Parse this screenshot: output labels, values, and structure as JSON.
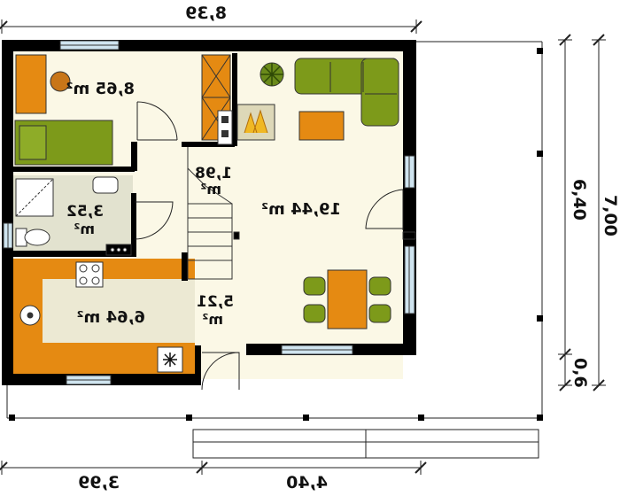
{
  "dimensions": {
    "top_total": "8,39",
    "bottom_left": "3,99",
    "bottom_right": "4,40",
    "right_inner": "6,40",
    "right_outer": "7,00",
    "right_small": "0,6"
  },
  "rooms": {
    "bedroom": {
      "area": "8,65",
      "unit": "m²"
    },
    "living_room": {
      "area": "19,44",
      "unit": "m²"
    },
    "stair_room": {
      "area": "1,98",
      "unit": "m²"
    },
    "bathroom": {
      "area": "3,52",
      "unit": "m²"
    },
    "kitchen": {
      "area": "6,64",
      "unit": "m²"
    },
    "hall": {
      "area": "5,21",
      "unit": "m²"
    }
  },
  "colors": {
    "wall": "#000000",
    "floor": "#fbf8e6",
    "tile": "#ece9d3",
    "bathroom_floor": "#e2e2cf",
    "cabinet": "#e58a12",
    "sofa": "#7d9a1a",
    "window": "#cfe4ef"
  }
}
